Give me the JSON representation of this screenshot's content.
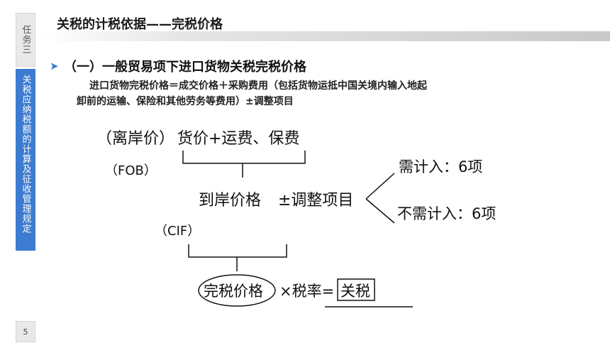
{
  "sidebar": {
    "task": "任务三",
    "section": "关税应纳税额的计算及征收管理规定",
    "page_number": "5"
  },
  "header": {
    "title": "关税的计税依据——完税价格"
  },
  "content": {
    "bullet_icon": "arrow-bullet-icon",
    "subtitle": "（一）一般贸易项下进口货物关税完税价格",
    "formula_line1": "进口货物完税价格＝成交价格＋采购费用（包括货物运抵中国关境内输入地起",
    "formula_line2": "卸前的运输、保险和其他劳务等费用）±调整项目"
  },
  "diagram": {
    "fob_label": "（离岸价）",
    "fob_parts": "货价+运费、保费",
    "fob_code": "（FOB）",
    "cif_price": "到岸价格",
    "adjustment": "±调整项目",
    "include": "需计入：6项",
    "exclude": "不需计入：6项",
    "cif_code": "（CIF）",
    "dutiable_price": "完税价格",
    "times_rate": "×税率=",
    "duty": "关税"
  }
}
